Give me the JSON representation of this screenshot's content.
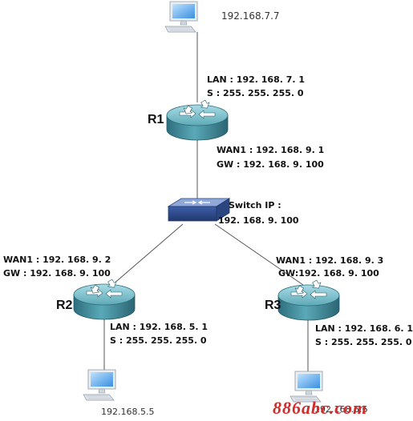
{
  "colors": {
    "link": "#555555",
    "router_body": "#3f8fa0",
    "router_top": "#7fc2cf",
    "switch_body": "#4060a8",
    "watermark": "#d42a2a"
  },
  "pcs": {
    "top": {
      "ip": "192.168.7.7"
    },
    "bottom_left": {
      "ip": "192.168.5.5"
    },
    "bottom_right": {
      "ip": "192.168.6.6"
    }
  },
  "routers": {
    "r1": {
      "name": "R1",
      "lan": "LAN : 192. 168. 7. 1",
      "mask": "S : 255. 255. 255. 0",
      "wan": "WAN1 : 192. 168. 9. 1",
      "gw": "GW : 192. 168. 9. 100"
    },
    "r2": {
      "name": "R2",
      "wan": "WAN1 : 192. 168. 9. 2",
      "gw": "GW : 192. 168. 9. 100",
      "lan": "LAN : 192. 168. 5. 1",
      "mask": "S : 255. 255. 255. 0"
    },
    "r3": {
      "name": "R3",
      "wan": "WAN1 : 192. 168. 9. 3",
      "gw": "GW:192. 168. 9. 100",
      "lan": "LAN : 192. 168. 6. 1",
      "mask": "S : 255. 255. 255. 0"
    }
  },
  "switch": {
    "label_line1": "Switch IP :",
    "label_line2": "192. 168. 9. 100"
  },
  "watermark": "886abc.com"
}
